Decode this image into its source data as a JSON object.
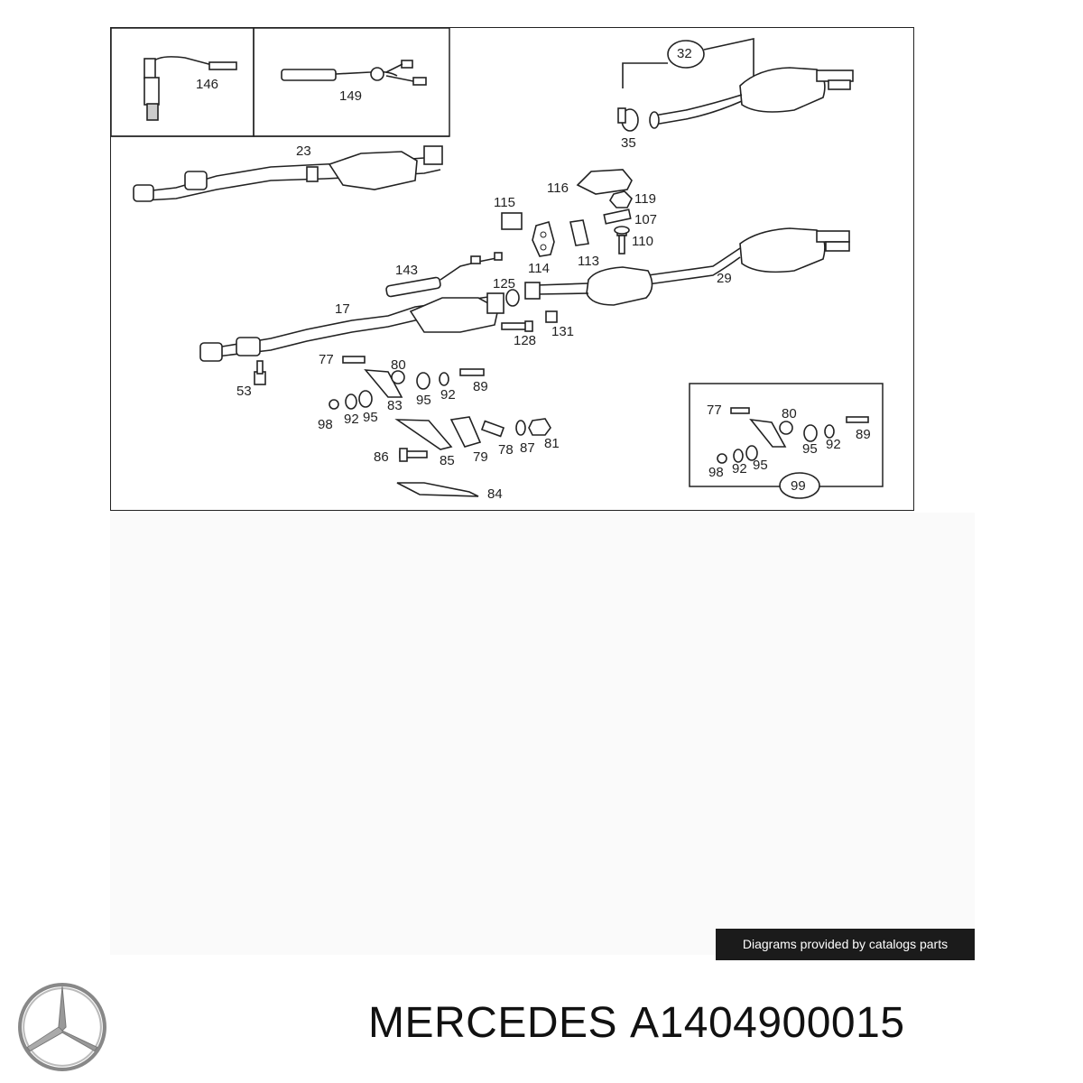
{
  "callouts": {
    "c146": "146",
    "c149": "149",
    "c32": "32",
    "c35": "35",
    "c23": "23",
    "c116": "116",
    "c119": "119",
    "c107": "107",
    "c115": "115",
    "c110": "110",
    "c114": "114",
    "c113": "113",
    "c29": "29",
    "c143": "143",
    "c125": "125",
    "c17": "17",
    "c128": "128",
    "c131": "131",
    "c77": "77",
    "c80": "80",
    "c53": "53",
    "c95": "95",
    "c92": "92",
    "c89": "89",
    "c83": "83",
    "c98": "98",
    "c92b": "92",
    "c95b": "95",
    "c86": "86",
    "c85": "85",
    "c79": "79",
    "c78": "78",
    "c87": "87",
    "c81": "81",
    "c84": "84",
    "i77": "77",
    "i80": "80",
    "i95": "95",
    "i92": "92",
    "i89": "89",
    "i98": "98",
    "i92b": "92",
    "i95b": "95",
    "i99": "99"
  },
  "credit_text": "Diagrams provided by catalogs parts",
  "brand": "MERCEDES",
  "part_number": "A1404900015",
  "logo_icon": "mercedes-star-icon"
}
